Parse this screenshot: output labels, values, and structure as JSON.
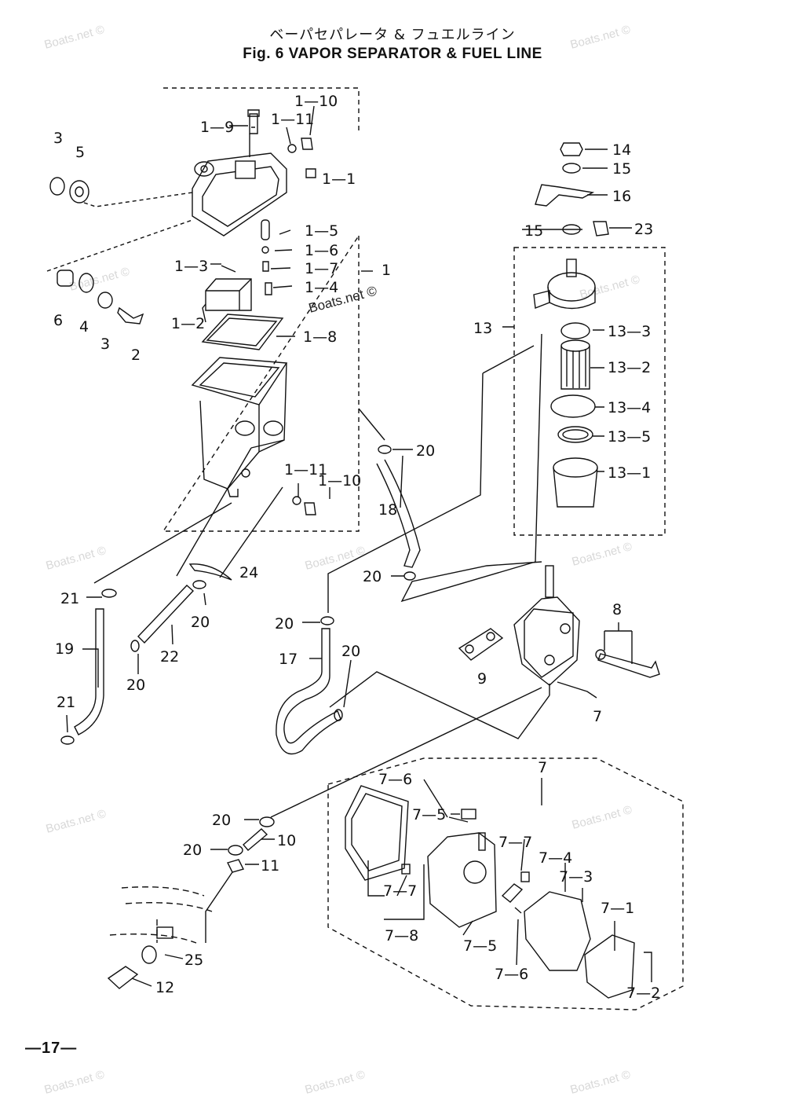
{
  "figure": {
    "title_jp": "ベーパセパレータ & フュエルライン",
    "title_en": "Fig. 6    VAPOR SEPARATOR & FUEL LINE",
    "page_number": "—17—"
  },
  "watermark": {
    "text": "Boats.net ©"
  },
  "callouts": {
    "c_1_10a": "1—10",
    "c_1_9": "1—9",
    "c_1_11a": "1—11",
    "c_1_1": "1—1",
    "c_1_5": "1—5",
    "c_1_6": "1—6",
    "c_1_7": "1—7",
    "c_1_3": "1—3",
    "c_1_4": "1—4",
    "c_1": "1",
    "c_1_2": "1—2",
    "c_1_8": "1—8",
    "c_1_11b": "1—11",
    "c_1_10b": "1—10",
    "c_3a": "3",
    "c_5": "5",
    "c_6": "6",
    "c_4": "4",
    "c_3b": "3",
    "c_2": "2",
    "c_14": "14",
    "c_15a": "15",
    "c_16": "16",
    "c_15b": "15",
    "c_23": "23",
    "c_13": "13",
    "c_13_3": "13—3",
    "c_13_2": "13—2",
    "c_13_4": "13—4",
    "c_13_5": "13—5",
    "c_13_1": "13—1",
    "c_20a": "20",
    "c_18": "18",
    "c_20b": "20",
    "c_24": "24",
    "c_21a": "21",
    "c_20c": "20",
    "c_19": "19",
    "c_22": "22",
    "c_20d": "20",
    "c_20e": "20",
    "c_17": "17",
    "c_20f": "20",
    "c_21b": "21",
    "c_8": "8",
    "c_9": "9",
    "c_7a": "7",
    "c_7b": "7",
    "c_7_6a": "7—6",
    "c_7_5a": "7—5",
    "c_7_7a": "7—7",
    "c_7_4": "7—4",
    "c_7_3": "7—3",
    "c_7_7b": "7—7",
    "c_7_1": "7—1",
    "c_7_8": "7—8",
    "c_7_5b": "7—5",
    "c_7_6b": "7—6",
    "c_7_2": "7—2",
    "c_20g": "20",
    "c_10": "10",
    "c_20h": "20",
    "c_11": "11",
    "c_25": "25",
    "c_12": "12"
  }
}
